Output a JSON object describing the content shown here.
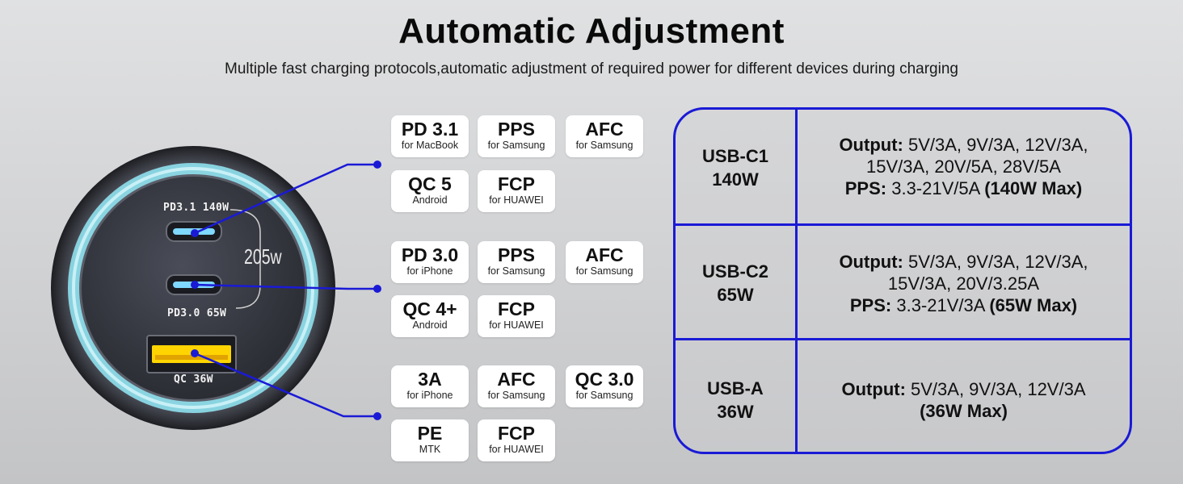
{
  "header": {
    "title": "Automatic Adjustment",
    "subtitle": "Multiple fast charging protocols,automatic adjustment of required power for different devices during charging"
  },
  "charger": {
    "port1_label": "PD3.1 140W",
    "port2_label": "PD3.0 65W",
    "port3_label": "QC 36W",
    "total_label": "205w"
  },
  "protocols": {
    "group1": [
      {
        "name": "PD 3.1",
        "device": "for MacBook"
      },
      {
        "name": "PPS",
        "device": "for Samsung"
      },
      {
        "name": "AFC",
        "device": "for Samsung"
      },
      {
        "name": "QC 5",
        "device": "Android"
      },
      {
        "name": "FCP",
        "device": "for HUAWEI"
      }
    ],
    "group2": [
      {
        "name": "PD 3.0",
        "device": "for iPhone"
      },
      {
        "name": "PPS",
        "device": "for Samsung"
      },
      {
        "name": "AFC",
        "device": "for Samsung"
      },
      {
        "name": "QC 4+",
        "device": "Android"
      },
      {
        "name": "FCP",
        "device": "for HUAWEI"
      }
    ],
    "group3": [
      {
        "name": "3A",
        "device": "for iPhone"
      },
      {
        "name": "AFC",
        "device": "for Samsung"
      },
      {
        "name": "QC 3.0",
        "device": "for Samsung"
      },
      {
        "name": "PE",
        "device": "MTK"
      },
      {
        "name": "FCP",
        "device": "for HUAWEI"
      }
    ]
  },
  "spec_table": {
    "rows": [
      {
        "port": "USB-C1",
        "power": "140W",
        "output_label": "Output:",
        "output_line1": " 5V/3A, 9V/3A, 12V/3A,",
        "output_line2": "15V/3A, 20V/5A, 28V/5A",
        "pps_label": "PPS:",
        "pps_value": " 3.3-21V/5A ",
        "max": "(140W Max)"
      },
      {
        "port": "USB-C2",
        "power": "65W",
        "output_label": "Output:",
        "output_line1": " 5V/3A, 9V/3A, 12V/3A,",
        "output_line2": "15V/3A, 20V/3.25A",
        "pps_label": "PPS:",
        "pps_value": " 3.3-21V/3A ",
        "max": "(65W Max)"
      },
      {
        "port": "USB-A",
        "power": "36W",
        "output_label": "Output:",
        "output_line1": " 5V/3A, 9V/3A, 12V/3A",
        "max": "(36W Max)"
      }
    ]
  },
  "colors": {
    "accent_blue": "#1a1ad6",
    "ring_glow": "#9fe3ee",
    "usbc_glow": "#7fd8ff",
    "usba_glow": "#ffd400"
  }
}
